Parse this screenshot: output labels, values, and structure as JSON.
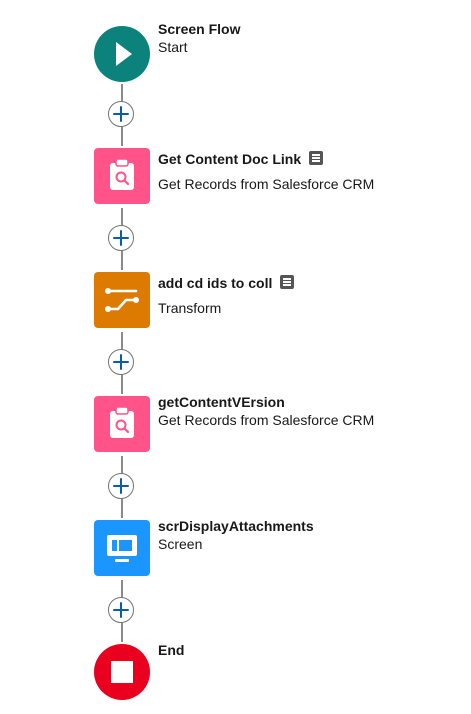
{
  "nodes": [
    {
      "title": "Screen Flow",
      "subtitle": "Start",
      "icon": "play-icon",
      "color": "#0b827c",
      "has_description": false
    },
    {
      "title": "Get Content Doc Link",
      "subtitle": "Get Records from Salesforce CRM",
      "icon": "get-records-icon",
      "color": "#ff538a",
      "has_description": true
    },
    {
      "title": "add cd ids to coll",
      "subtitle": "Transform",
      "icon": "transform-icon",
      "color": "#dd7a01",
      "has_description": true
    },
    {
      "title": "getContentVErsion",
      "subtitle": "Get Records from Salesforce CRM",
      "icon": "get-records-icon",
      "color": "#ff538a",
      "has_description": false
    },
    {
      "title": "scrDisplayAttachments",
      "subtitle": "Screen",
      "icon": "screen-icon",
      "color": "#1b96ff",
      "has_description": false
    },
    {
      "title": "End",
      "subtitle": "",
      "icon": "stop-icon",
      "color": "#ea001e",
      "has_description": false
    }
  ],
  "connector_color": "#8a8a8a",
  "add_button_color": "#0b5cab"
}
